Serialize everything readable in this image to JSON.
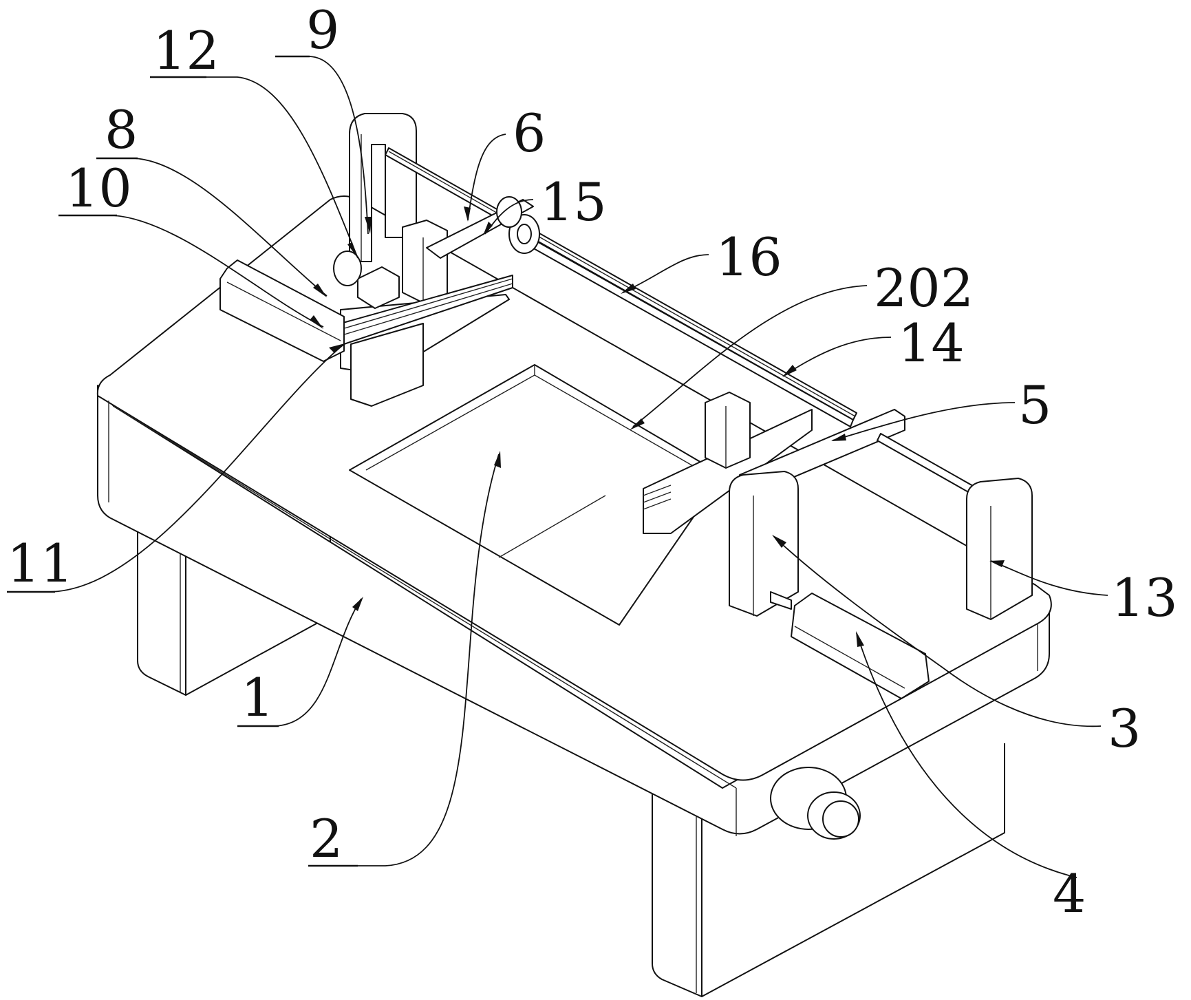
{
  "figure": {
    "type": "patent-perspective-line-drawing",
    "subject": "workbench with rectangular opening, guide rails, sliding clamps and cylinders",
    "line_color": "#111111",
    "background": "#ffffff"
  },
  "labels": [
    {
      "id": "l1",
      "text": "1",
      "underlined": true,
      "part": "table-body"
    },
    {
      "id": "l2",
      "text": "2",
      "underlined": true,
      "part": "opening"
    },
    {
      "id": "l3",
      "text": "3",
      "underlined": false,
      "part": "clamp-plate"
    },
    {
      "id": "l4",
      "text": "4",
      "underlined": false,
      "part": "cylinder"
    },
    {
      "id": "l5",
      "text": "5",
      "underlined": false,
      "part": "crossbar"
    },
    {
      "id": "l6",
      "text": "6",
      "underlined": false,
      "part": "belt"
    },
    {
      "id": "l8",
      "text": "8",
      "underlined": true,
      "part": "slide-block"
    },
    {
      "id": "l9",
      "text": "9",
      "underlined": true,
      "part": "motor-block"
    },
    {
      "id": "l10",
      "text": "10",
      "underlined": true,
      "part": "side-cylinder"
    },
    {
      "id": "l11",
      "text": "11",
      "underlined": true,
      "part": "clamp-jaw"
    },
    {
      "id": "l12",
      "text": "12",
      "underlined": false,
      "part": "end-plate"
    },
    {
      "id": "l13",
      "text": "13",
      "underlined": false,
      "part": "guide-rod"
    },
    {
      "id": "l14",
      "text": "14",
      "underlined": true,
      "part": "pulley"
    },
    {
      "id": "l15",
      "text": "15",
      "underlined": false,
      "part": "bearing"
    },
    {
      "id": "l16",
      "text": "16",
      "underlined": false,
      "part": "lead-screw"
    },
    {
      "id": "l202",
      "text": "202",
      "underlined": false,
      "part": "opening-edge"
    }
  ]
}
